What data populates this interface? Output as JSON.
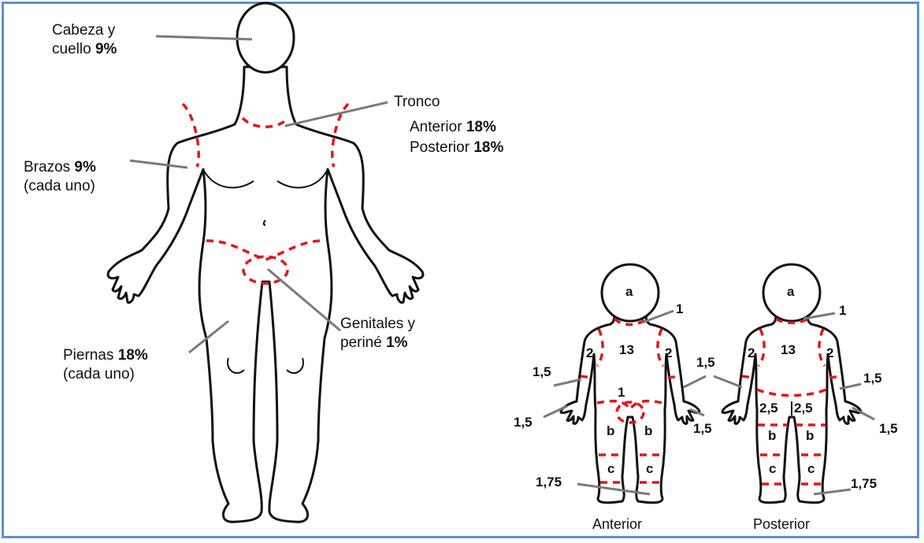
{
  "adult": {
    "head": {
      "name": "Cabeza y",
      "name2": "cuello",
      "pct": "9%"
    },
    "trunk": {
      "name": "Tronco",
      "anterior": "Anterior",
      "anterior_pct": "18%",
      "posterior": "Posterior",
      "posterior_pct": "18%"
    },
    "arms": {
      "name": "Brazos",
      "pct": "9%",
      "note": "(cada uno)"
    },
    "legs": {
      "name": "Piernas",
      "pct": "18%",
      "note": "(cada uno)"
    },
    "genitals": {
      "name": "Genitales y",
      "name2": "periné",
      "pct": "1%"
    }
  },
  "child_anterior": {
    "caption": "Anterior",
    "head": "a",
    "neck": "1",
    "trunk": "13",
    "upper_arm_left": "2",
    "upper_arm_right": "2",
    "forearm_left": "1,5",
    "hand_left": "1,5",
    "forearm_right": "1,5",
    "hand_right": "1,5",
    "genitals": "1",
    "thigh_left": "b",
    "thigh_right": "b",
    "shin_left": "c",
    "shin_right": "c",
    "feet": "1,75"
  },
  "child_posterior": {
    "caption": "Posterior",
    "head": "a",
    "neck": "1",
    "trunk": "13",
    "upper_arm_left": "2",
    "upper_arm_right": "2",
    "forearm_right": "1,5",
    "hand_right": "1,5",
    "buttock_left": "2,5",
    "buttock_right": "2,5",
    "thigh_left": "b",
    "thigh_right": "b",
    "shin_left": "c",
    "shin_right": "c",
    "feet": "1,75"
  },
  "colors": {
    "frame": "#5b8fd0",
    "cut_lines": "#e3161b",
    "leader_lines": "#7a7a7a"
  }
}
